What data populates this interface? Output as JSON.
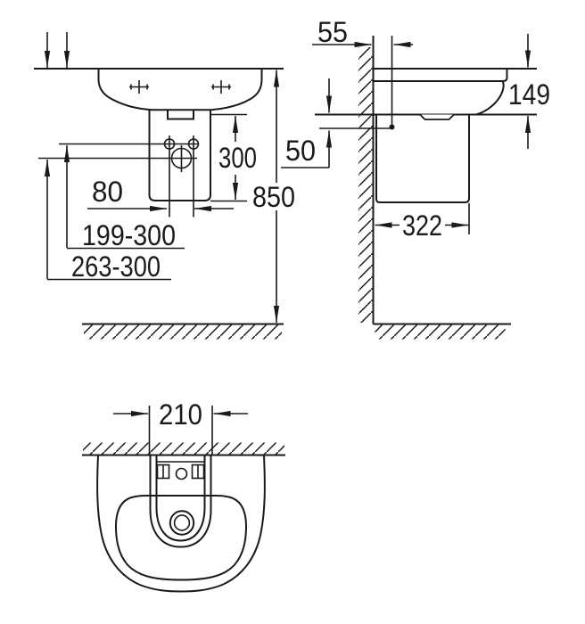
{
  "dimensions": {
    "front": {
      "pedestal_height": "300",
      "bolt_spacing": "80",
      "rim_height_from_floor": "850",
      "bolt_height_range": "199-300",
      "drain_height_range": "263-300"
    },
    "side": {
      "wall_to_fixing": "55",
      "rim_to_underside": "149",
      "underside_to_fixing": "50",
      "depth": "322"
    },
    "bottom": {
      "pedestal_width": "210"
    }
  },
  "style": {
    "line_color": "#1a1a1a",
    "background": "#ffffff"
  }
}
